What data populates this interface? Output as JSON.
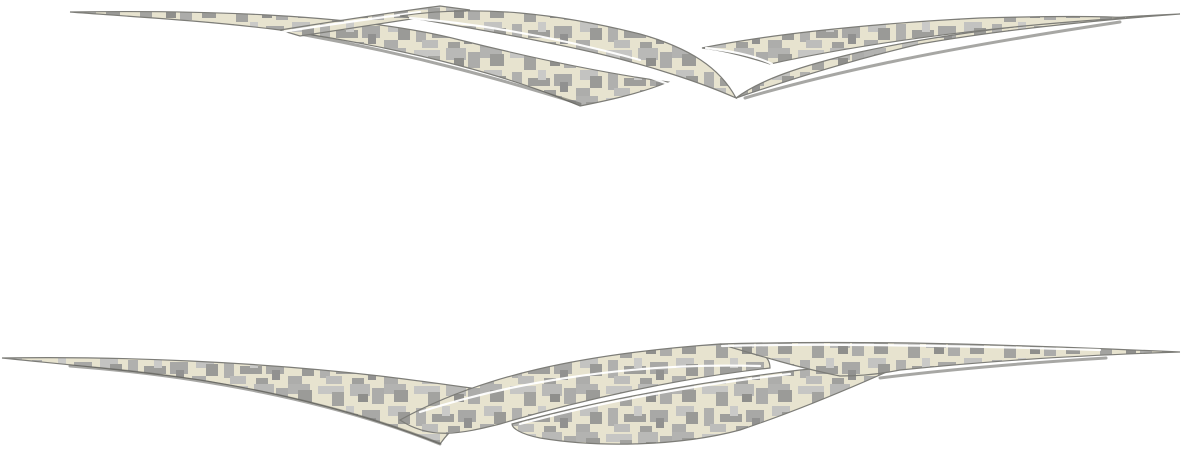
{
  "graphic": {
    "type": "decal-graphic",
    "pattern": "digital-camo",
    "colors": {
      "background": "#ffffff",
      "camo_base": "#e7e3cf",
      "camo_light": "#c9c9c8",
      "camo_mid": "#aaaaa8",
      "camo_dark": "#8d8d8a",
      "edge": "#7d7d78",
      "highlight": "#ffffff"
    },
    "decals": [
      {
        "name": "top-swoosh",
        "orientation": "downward-v"
      },
      {
        "name": "bottom-swoosh",
        "orientation": "upward-v"
      }
    ]
  }
}
